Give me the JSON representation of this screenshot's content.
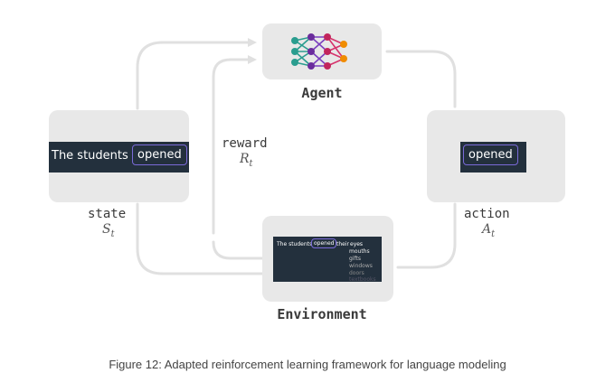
{
  "agent": {
    "label": "Agent",
    "icon": "neural-network-icon"
  },
  "environment": {
    "label": "Environment",
    "prefix": "The students",
    "chosen": "opened",
    "next": "their",
    "continuation": "eyes",
    "candidates": [
      "mouths",
      "gifts",
      "windows",
      "doors",
      "textbooks"
    ]
  },
  "state": {
    "word": "state",
    "symbol": "S",
    "subscript": "t",
    "prefix": "The students",
    "chosen": "opened"
  },
  "reward": {
    "word": "reward",
    "symbol": "R",
    "subscript": "t"
  },
  "action": {
    "word": "action",
    "symbol": "A",
    "subscript": "t",
    "token": "opened"
  },
  "caption": "Figure 12: Adapted reinforcement learning framework for language modeling",
  "colors": {
    "box": "#e8e8e8",
    "arrow": "#e0e0e0",
    "dark": "#23303d",
    "highlight": "#7a6ad8"
  }
}
